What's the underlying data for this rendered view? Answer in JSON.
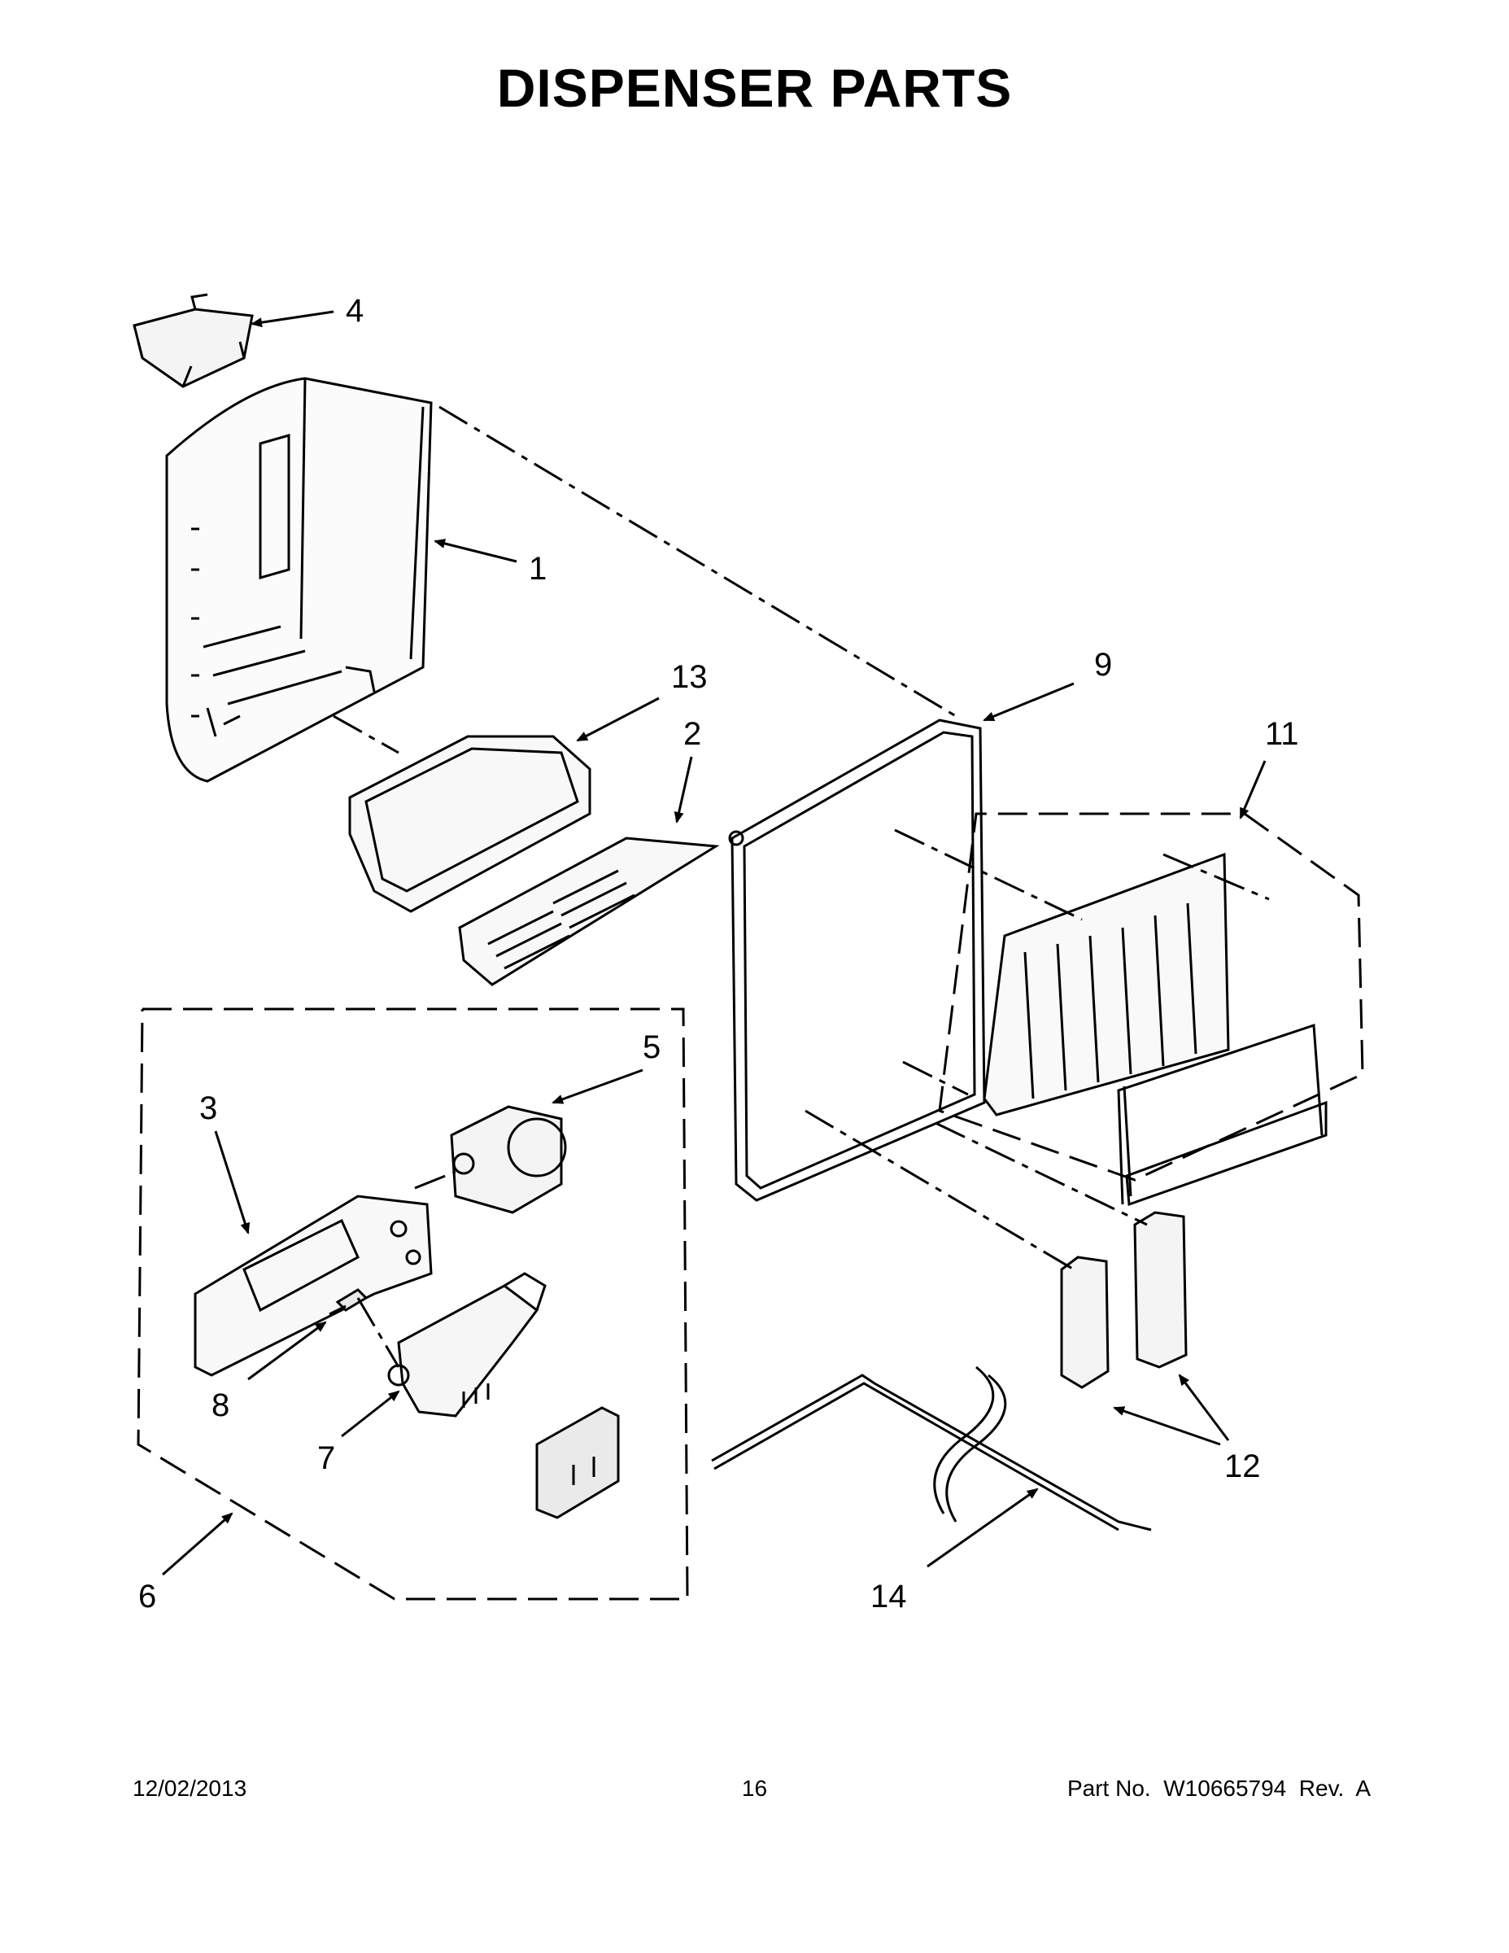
{
  "page_title": "DISPENSER PARTS",
  "callouts": [
    "1",
    "2",
    "3",
    "4",
    "5",
    "6",
    "7",
    "8",
    "9",
    "11",
    "12",
    "13",
    "14"
  ],
  "footer": {
    "date": "12/02/2013",
    "page_number": "16",
    "part_number": "Part No.  W10665794  Rev.  A"
  }
}
